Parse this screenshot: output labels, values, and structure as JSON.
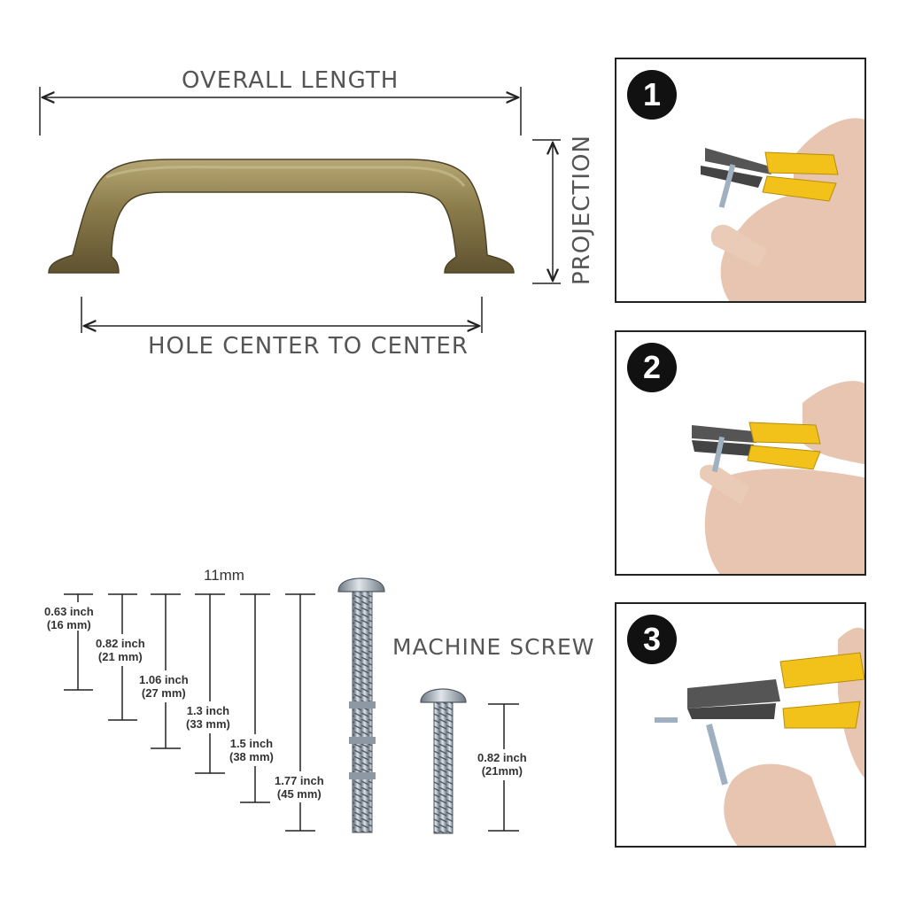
{
  "handle": {
    "overall_length_label": "OVERALL LENGTH",
    "projection_label": "PROJECTION",
    "hole_center_label": "HOLE CENTER TO CENTER"
  },
  "screws": {
    "width_label": "11mm",
    "type_label": "MACHINE SCREW",
    "lengths": [
      {
        "inch": "0.63 inch",
        "mm": "(16 mm)"
      },
      {
        "inch": "0.82 inch",
        "mm": "(21 mm)"
      },
      {
        "inch": "1.06 inch",
        "mm": "(27 mm)"
      },
      {
        "inch": "1.3 inch",
        "mm": "(33 mm)"
      },
      {
        "inch": "1.5 inch",
        "mm": "(38 mm)"
      },
      {
        "inch": "1.77 inch",
        "mm": "(45 mm)"
      }
    ],
    "short_screw": {
      "inch": "0.82 inch",
      "mm": "(21mm)"
    }
  },
  "steps": [
    {
      "number": "1"
    },
    {
      "number": "2"
    },
    {
      "number": "3"
    }
  ],
  "colors": {
    "handle": "#8a7a4a",
    "plier_handle": "#f3c21a",
    "screw": "#a9b2bb"
  }
}
